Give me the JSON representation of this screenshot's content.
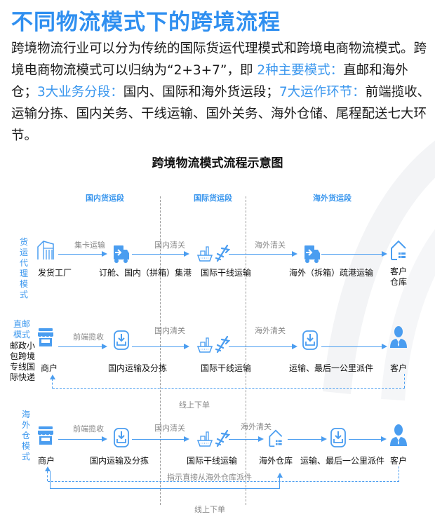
{
  "title": "不同物流模式下的跨境流程",
  "intro": {
    "p1": "跨境物流行业可以分为传统的国际货运代理模式和跨境电商物流模式。跨境电商物流模式可以归纳为“2+3+7”，即",
    "hl1": "2种主要模式：",
    "t1": "直邮和海外仓；",
    "hl2": "3大业务分段：",
    "t2": "国内、国际和海外货运段；",
    "hl3": "7大运作环节：",
    "t3": "前端揽收、运输分拣、国内关务、干线运输、国外关务、海外仓储、尾程配送七大环节。"
  },
  "diagram": {
    "title": "跨境物流模式流程示意图",
    "segments": [
      "国内货运段",
      "国际货运段",
      "海外货运段"
    ],
    "colors": {
      "accent": "#3b97ee",
      "line": "#4a9df0",
      "divider": "#9a9a9a",
      "edge_label": "#888888"
    },
    "rows": [
      {
        "label": "货运代理模式",
        "nodes": [
          {
            "icon": "factory-icon",
            "label": "发货工厂"
          },
          {
            "icon": "truck-icon",
            "label": "订舱、国内（拼箱）集港"
          },
          {
            "icon": "ship-plane-icon",
            "label": "国际干线运输"
          },
          {
            "icon": "truck-icon",
            "label": "海外（拆箱）疏港运输"
          },
          {
            "icon": "warehouse-icon",
            "label": "客户\n仓库"
          }
        ],
        "edges": [
          "集卡运输",
          "国内清关",
          "海外清关",
          ""
        ]
      },
      {
        "label": "直邮模式",
        "sublabel": "邮政小包跨境专线国际快递",
        "nodes": [
          {
            "icon": "shop-icon",
            "label": "商户"
          },
          {
            "icon": "sorting-box-icon",
            "label": "国内运输及分拣"
          },
          {
            "icon": "ship-plane-icon",
            "label": "国际干线运输"
          },
          {
            "icon": "sorting-box-icon",
            "label": "运输、最后一公里派件"
          },
          {
            "icon": "customer-icon",
            "label": "客户"
          }
        ],
        "edges": [
          "前端揽收",
          "国内清关",
          "海外清关",
          ""
        ],
        "feedback": "线上下单"
      },
      {
        "label": "海外仓模式",
        "nodes": [
          {
            "icon": "shop-icon",
            "label": "商户"
          },
          {
            "icon": "sorting-box-icon",
            "label": "国内运输及分拣"
          },
          {
            "icon": "ship-plane-icon",
            "label": "国际干线运输"
          },
          {
            "icon": "warehouse-icon",
            "label": "海外仓库"
          },
          {
            "icon": "sorting-box-icon",
            "label": "运输、最后一公里派件"
          },
          {
            "icon": "customer-icon",
            "label": "客户"
          }
        ],
        "edges": [
          "前端揽收",
          "国内清关",
          "海外清关",
          "",
          ""
        ],
        "instruction": "指示直接从海外仓库派件",
        "feedback": "线上下单"
      }
    ]
  }
}
